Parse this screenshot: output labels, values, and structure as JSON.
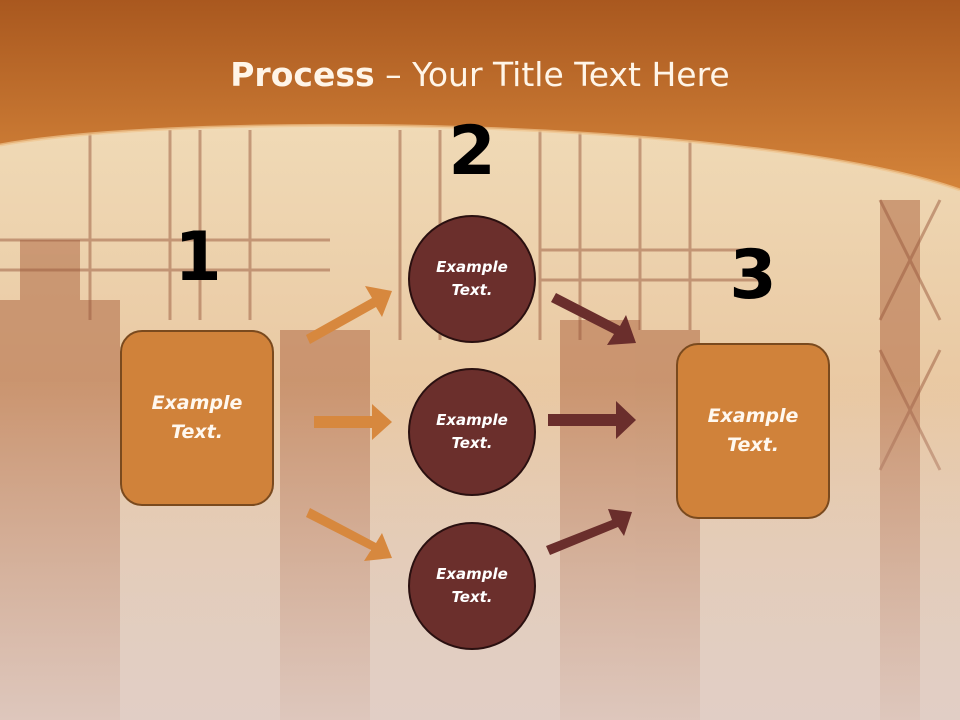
{
  "title": {
    "bold": "Process",
    "rest": " – Your Title Text Here"
  },
  "steps": {
    "n1": "1",
    "n2": "2",
    "n3": "3"
  },
  "nodes": {
    "left_box": "Example\nText.",
    "circle_top": "Example\nText.",
    "circle_mid": "Example\nText.",
    "circle_bottom": "Example\nText.",
    "right_box": "Example\nText."
  },
  "colors": {
    "header": "#c9782e",
    "box_fill": "#d0823a",
    "circle_fill": "#6b2f2c",
    "arrow_orange": "#d7883e",
    "arrow_maroon": "#6a2e2c"
  }
}
